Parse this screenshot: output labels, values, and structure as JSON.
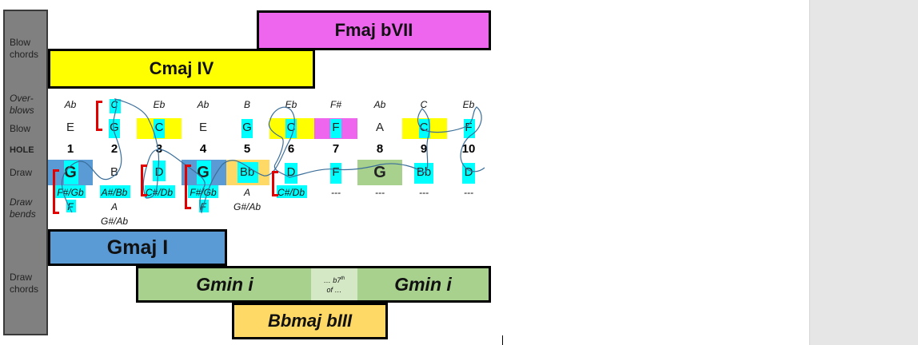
{
  "sidebar": {
    "blow_chords": [
      "Blow",
      "chords"
    ],
    "overblows": [
      "Over-",
      "blows"
    ],
    "blow": "Blow",
    "hole": "HOLE",
    "draw": "Draw",
    "draw_bends": [
      "Draw",
      "bends"
    ],
    "draw_chords": [
      "Draw",
      "chords"
    ]
  },
  "chords": {
    "fmaj": "Fmaj bVII",
    "cmaj": "Cmaj IV",
    "gmaj": "Gmaj I",
    "gmin_left": "Gmin i",
    "gmin_right": "Gmin i",
    "b7_note": [
      "… b7",
      "th",
      "of …"
    ],
    "bbmaj": "Bbmaj bIII"
  },
  "holes": [
    "1",
    "2",
    "3",
    "4",
    "5",
    "6",
    "7",
    "8",
    "9",
    "10"
  ],
  "overblows": [
    "Ab",
    "C",
    "Eb",
    "Ab",
    "B",
    "Eb",
    "F#",
    "Ab",
    "C",
    "Eb"
  ],
  "blow": [
    "E",
    "G",
    "C",
    "E",
    "G",
    "C",
    "F",
    "A",
    "C",
    "F"
  ],
  "draw": [
    "G",
    "B",
    "D",
    "G",
    "Bb",
    "D",
    "F",
    "G",
    "Bb",
    "D"
  ],
  "draw_bends_1": [
    "F#/Gb",
    "A#/Bb",
    "C#/Db",
    "F#/Gb",
    "A",
    "C#/Db",
    "---",
    "---",
    "---",
    "---"
  ],
  "draw_bends_2": [
    "F",
    "A",
    "",
    "F",
    "G#/Ab",
    "",
    "",
    "",
    "",
    ""
  ],
  "draw_bends_3": [
    "",
    "G#/Ab",
    "",
    "",
    "",
    "",
    "",
    "",
    "",
    ""
  ],
  "colors": {
    "fmaj": "#ee66ee",
    "cmaj": "#ffff00",
    "gmaj": "#5b9bd5",
    "gmin": "#a9d18e",
    "gmin_mid": "#d4e8c6",
    "bbmaj": "#ffd966",
    "cyan": "#00ffff",
    "red": "#e00000"
  }
}
